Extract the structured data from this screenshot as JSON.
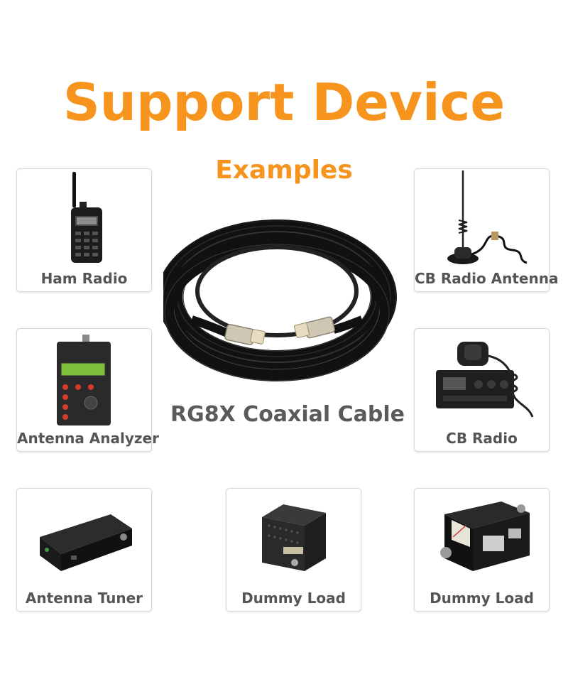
{
  "title": "Support Device",
  "subtitle": "Examples",
  "center": {
    "product_label": "RG8X Coaxial Cable",
    "icon": "coil-cable-icon"
  },
  "devices": [
    {
      "label": "Ham Radio",
      "icon": "handheld-radio-icon"
    },
    {
      "label": "CB Radio Antenna",
      "icon": "magnetic-antenna-icon"
    },
    {
      "label": "Antenna Analyzer",
      "icon": "antenna-analyzer-icon"
    },
    {
      "label": "CB Radio",
      "icon": "cb-radio-icon"
    },
    {
      "label": "Antenna Tuner",
      "icon": "antenna-tuner-icon"
    },
    {
      "label": "Dummy Load",
      "icon": "dummy-load-icon"
    },
    {
      "label": "Dummy Load",
      "icon": "swr-meter-icon"
    }
  ],
  "colors": {
    "accent": "#f7941d",
    "label": "#555555"
  }
}
